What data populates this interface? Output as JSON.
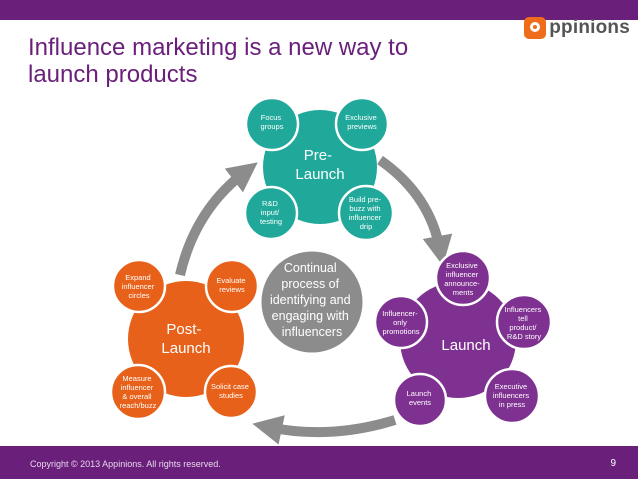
{
  "title_line1": "Influence marketing is a new way to",
  "title_line2": "launch products",
  "brand": "ppinions",
  "center": [
    "Continual",
    "process of",
    "identifying and",
    "engaging with",
    "influencers"
  ],
  "prelaunch": {
    "title": [
      "Pre-",
      "Launch"
    ],
    "focus": [
      "Focus",
      "groups"
    ],
    "exclusive": [
      "Exclusive",
      "previews"
    ],
    "rd": [
      "R&D",
      "input/",
      "testing"
    ],
    "buzz": [
      "Build pre-",
      "buzz with",
      "influencer",
      "drip"
    ]
  },
  "launch": {
    "title": "Launch",
    "announce": [
      "Exclusive",
      "influencer",
      "announce-",
      "ments"
    ],
    "promo": [
      "Influencer-",
      "only",
      "promotions"
    ],
    "tell": [
      "Influencers",
      "tell",
      "product/",
      "R&D story"
    ],
    "events": [
      "Launch",
      "events"
    ],
    "press": [
      "Executive",
      "influencers",
      "in press"
    ]
  },
  "postlaunch": {
    "title": [
      "Post-",
      "Launch"
    ],
    "expand": [
      "Expand",
      "influencer",
      "circles"
    ],
    "evaluate": [
      "Evaluate",
      "reviews"
    ],
    "measure": [
      "Measure",
      "influencer",
      "& overall",
      "reach/buzz"
    ],
    "solicit": [
      "Solicit case",
      "studies"
    ]
  },
  "footer": {
    "copyright": "Copyright © 2013 Appinions. All rights reserved.",
    "page": "9"
  },
  "colors": {
    "purple": "#6a1f7a",
    "teal": "#20a99a",
    "orange": "#e8611a",
    "launch_purple": "#7e3190",
    "gray": "#8c8c8c"
  }
}
